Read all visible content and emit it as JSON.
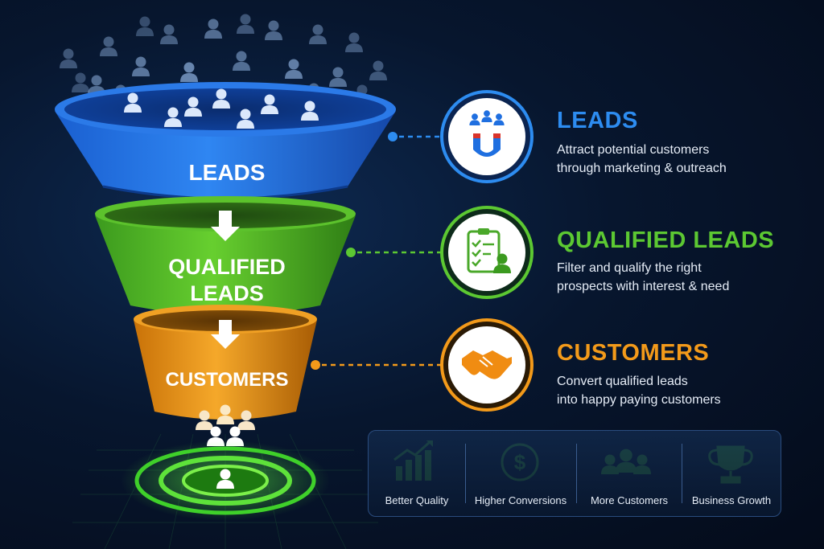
{
  "funnel": {
    "stage1_label": "LEADS",
    "stage2_label_line1": "QUALIFIED",
    "stage2_label_line2": "LEADS",
    "stage3_label": "CUSTOMERS"
  },
  "steps": [
    {
      "title": "LEADS",
      "desc_line1": "Attract potential customers",
      "desc_line2": "through marketing & outreach",
      "color": "#2d8cf0",
      "icon": "magnet-people-icon"
    },
    {
      "title": "QUALIFIED LEADS",
      "desc_line1": "Filter and qualify the right",
      "desc_line2": "prospects with interest & need",
      "color": "#5cc832",
      "icon": "clipboard-checklist-icon"
    },
    {
      "title": "CUSTOMERS",
      "desc_line1": "Convert qualified leads",
      "desc_line2": "into happy paying customers",
      "color": "#f39a1a",
      "icon": "handshake-icon"
    }
  ],
  "benefits": [
    {
      "label": "Better Quality",
      "icon": "bar-chart-growth-icon"
    },
    {
      "label": "Higher Conversions",
      "icon": "dollar-circle-icon"
    },
    {
      "label": "More Customers",
      "icon": "people-group-icon"
    },
    {
      "label": "Business Growth",
      "icon": "trophy-icon"
    }
  ],
  "colors": {
    "blue": "#1f6fe0",
    "green": "#4fb52a",
    "orange": "#e88a10",
    "icon_green": "#4ccc34"
  }
}
